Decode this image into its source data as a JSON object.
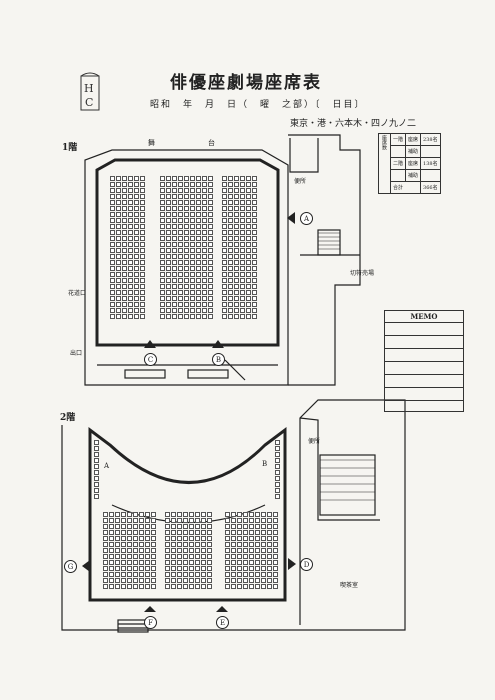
{
  "header": {
    "title": "俳優座劇場座席表",
    "date_line": "昭和　年　月　日（　曜　之部）〔　日目〕",
    "address": "東京・港・六本木・四ノ九ノ二"
  },
  "floor1": {
    "label": "1階",
    "stage": "舞",
    "stage2": "台",
    "entrances": [
      "A",
      "C",
      "B"
    ],
    "side_labels": [
      "花道口",
      "出口"
    ],
    "room_labels": [
      "便所",
      "切符売場"
    ]
  },
  "floor2": {
    "label": "2階",
    "entrances": [
      "D",
      "G",
      "F",
      "E"
    ],
    "side_labels": [
      "A",
      "B"
    ],
    "room_labels": [
      "便所",
      "喫茶室"
    ]
  },
  "seat_counts": {
    "heading": "座席数",
    "rows": [
      {
        "floor": "一階",
        "type": "座席",
        "count": "238名"
      },
      {
        "floor": "",
        "type": "補助",
        "count": ""
      },
      {
        "floor": "二階",
        "type": "座席",
        "count": "138名"
      },
      {
        "floor": "",
        "type": "補助",
        "count": ""
      },
      {
        "floor": "合計",
        "type": "",
        "count": "366名"
      }
    ]
  },
  "memo": {
    "title": "MEMO"
  }
}
